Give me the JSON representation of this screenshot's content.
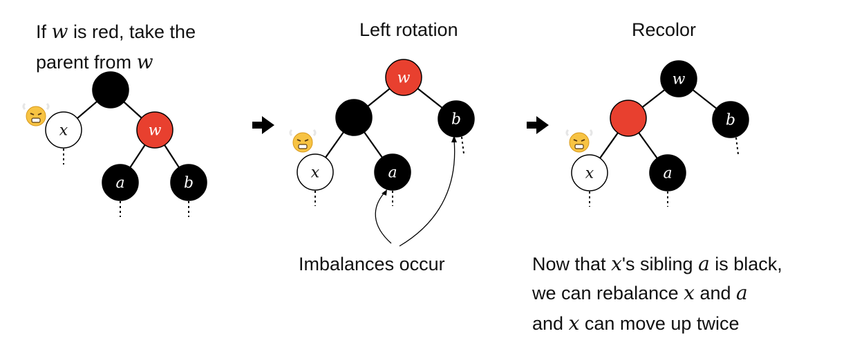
{
  "captions": {
    "panel1_line1": [
      "If ",
      "w",
      " is red, take the"
    ],
    "panel1_line2": [
      "parent from ",
      "w"
    ],
    "panel2_title": "Left rotation",
    "panel3_title": "Recolor",
    "imbalance": "Imbalances occur",
    "note_line1": [
      "Now that ",
      "x",
      "'s sibling ",
      "a",
      " is black,"
    ],
    "note_line2": [
      "we can rebalance ",
      "x",
      " and ",
      "a"
    ],
    "note_line3": [
      "and ",
      "x",
      " can move up twice"
    ]
  },
  "colors": {
    "red": "#e8402f",
    "black": "#000000",
    "white": "#ffffff"
  },
  "icons": {
    "emoji": "😤",
    "arrow": "right-arrow-icon"
  },
  "panels": [
    {
      "name": "initial",
      "nodes": [
        {
          "id": "p",
          "label": "",
          "color": "black"
        },
        {
          "id": "x",
          "label": "x",
          "color": "white"
        },
        {
          "id": "w",
          "label": "w",
          "color": "red"
        },
        {
          "id": "a",
          "label": "a",
          "color": "black"
        },
        {
          "id": "b",
          "label": "b",
          "color": "black"
        }
      ]
    },
    {
      "name": "left-rotation",
      "nodes": [
        {
          "id": "w",
          "label": "w",
          "color": "red"
        },
        {
          "id": "p",
          "label": "",
          "color": "black"
        },
        {
          "id": "b",
          "label": "b",
          "color": "black"
        },
        {
          "id": "x",
          "label": "x",
          "color": "white"
        },
        {
          "id": "a",
          "label": "a",
          "color": "black"
        }
      ]
    },
    {
      "name": "recolor",
      "nodes": [
        {
          "id": "w",
          "label": "w",
          "color": "black"
        },
        {
          "id": "p",
          "label": "",
          "color": "red"
        },
        {
          "id": "b",
          "label": "b",
          "color": "black"
        },
        {
          "id": "x",
          "label": "x",
          "color": "white"
        },
        {
          "id": "a",
          "label": "a",
          "color": "black"
        }
      ]
    }
  ]
}
